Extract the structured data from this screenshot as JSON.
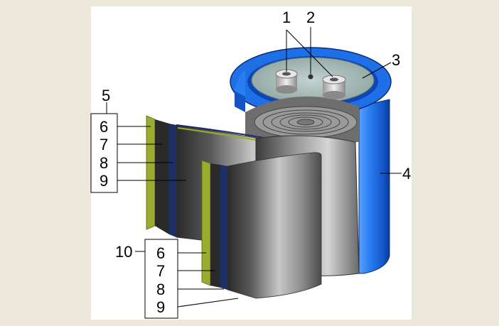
{
  "labels": {
    "n1": "1",
    "n2": "2",
    "n3": "3",
    "n4": "4",
    "n5": "5",
    "n10": "10",
    "upper_group": [
      "6",
      "7",
      "8",
      "9"
    ],
    "lower_group": [
      "6",
      "7",
      "8",
      "9"
    ]
  },
  "colors": {
    "background": "#ece8dc",
    "panel": "#ffffff",
    "can_blue": "#1e6ee0",
    "can_blue_dark": "#0b3fa6",
    "top_plate": "#9fb3b0",
    "foil_gray": "#8a8a8a",
    "separator_olive": "#8fa02a",
    "dielectric_navy": "#1c2f66",
    "terminal": "#c9c9c9"
  }
}
